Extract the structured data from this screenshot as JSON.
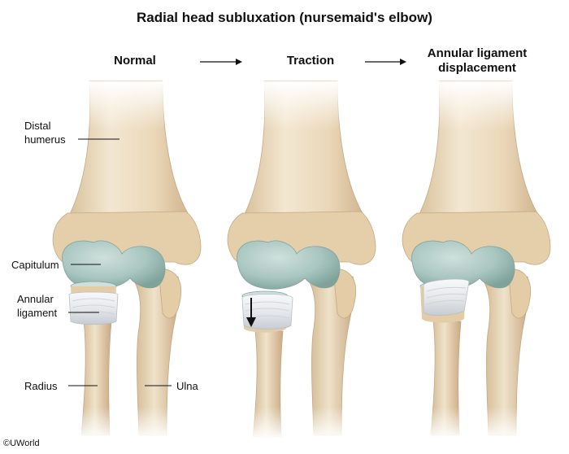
{
  "title": "Radial head subluxation (nursemaid's elbow)",
  "stages": [
    {
      "label": "Normal"
    },
    {
      "label": "Traction"
    },
    {
      "label": "Annular ligament displacement"
    }
  ],
  "labels": {
    "distal_humerus": "Distal humerus",
    "capitulum": "Capitulum",
    "annular_ligament": "Annular ligament",
    "radius": "Radius",
    "ulna": "Ulna"
  },
  "copyright": "©UWorld",
  "colors": {
    "bone_light": "#f1e4cc",
    "bone_mid": "#dfc9a4",
    "bone_shadow": "#c9ad86",
    "cartilage": "#a9c6c0",
    "cartilage_shadow": "#7fa39b",
    "ligament": "#eef0f2",
    "ligament_shadow": "#c7ccd3"
  },
  "icons": [
    "arrow-right-icon",
    "arrow-down-icon"
  ]
}
